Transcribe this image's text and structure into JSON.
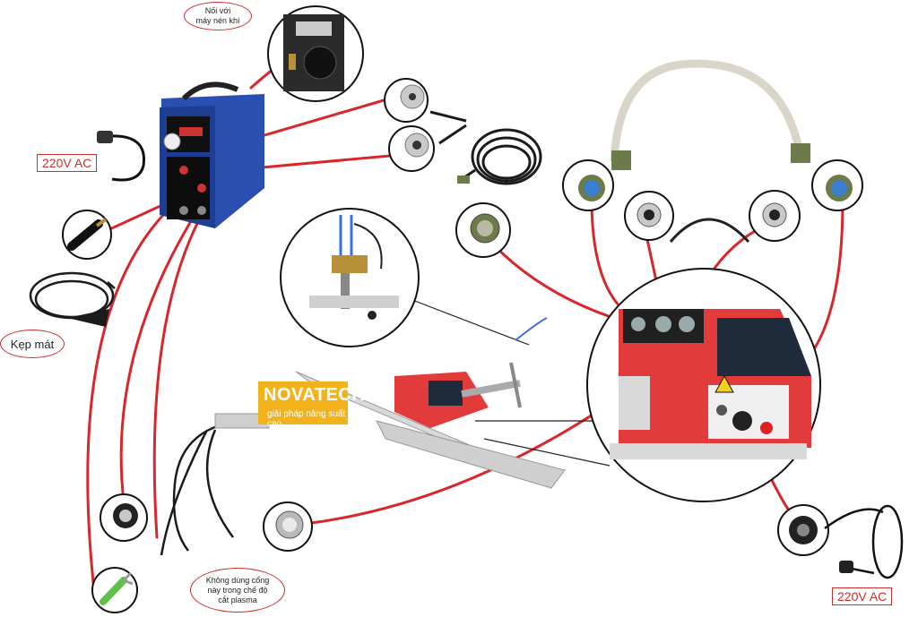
{
  "labels": {
    "compressor_note": "Nối với\nmáy nén khí",
    "power_left": "220V AC",
    "ground_clamp": "Kẹp mát",
    "unused_port_note": "Không dùng cổng\nnày trong chế độ\ncắt plasma",
    "power_right": "220V AC"
  },
  "brand": {
    "name": "NOVATECH",
    "slogan": "giải pháp nâng suất cao"
  },
  "colors": {
    "wire": "#d8262b",
    "label_border": "#c9302c",
    "machine_blue": "#2a4fb0",
    "machine_red": "#e23b3b",
    "brand_bg": "#f2b21c",
    "connector_green": "#6d7a4a"
  }
}
